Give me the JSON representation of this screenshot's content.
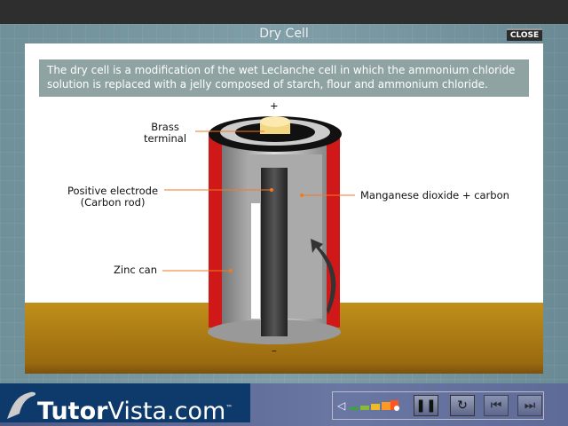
{
  "window": {
    "title": "Dry Cell",
    "close_label": "CLOSE"
  },
  "description": "The dry cell is a modification of the wet Leclanche cell in which the ammonium chloride solution is replaced with a jelly composed of starch, flour and ammonium chloride.",
  "diagram": {
    "plus_sign": "+",
    "minus_sign": "–",
    "labels": {
      "brass_terminal": "Brass\nterminal",
      "positive_electrode": "Positive electrode\n(Carbon rod)",
      "manganese": "Manganese dioxide + carbon",
      "zinc_can": "Zinc can"
    }
  },
  "footer": {
    "logo_main": "Tutor",
    "logo_rest": "Vista.com",
    "logo_tm": "™",
    "controls": {
      "volume_icon": "speaker-icon",
      "volume_level": 1.0,
      "pause": "pause-icon",
      "replay": "replay-icon",
      "previous": "previous-icon",
      "next": "next-icon"
    }
  },
  "colors": {
    "accent_line": "#f07a20",
    "zinc": "#d01818",
    "ground": "#b0800f"
  }
}
